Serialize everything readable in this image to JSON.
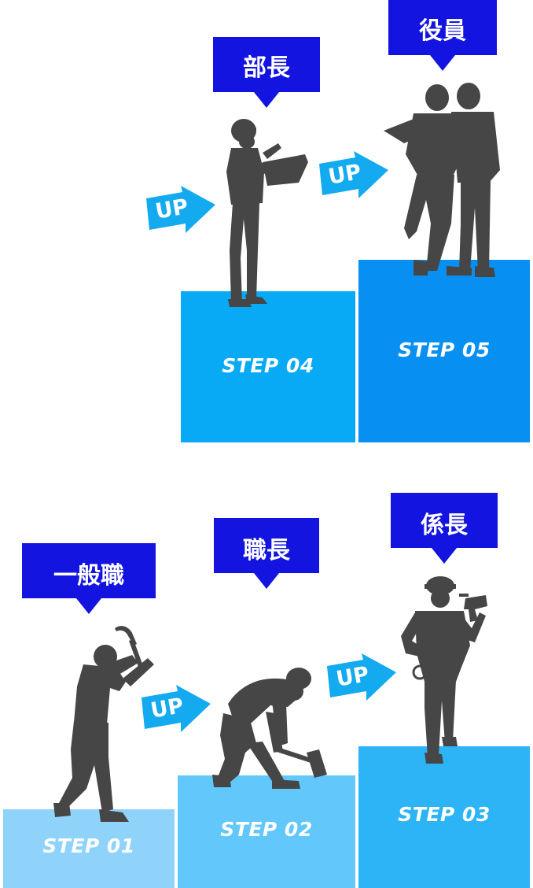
{
  "steps": [
    {
      "label": "STEP 01",
      "title": "一般職",
      "color": "#8fd3fb"
    },
    {
      "label": "STEP 02",
      "title": "職長",
      "color": "#62c7fb"
    },
    {
      "label": "STEP 03",
      "title": "係長",
      "color": "#2cb4f7"
    },
    {
      "label": "STEP 04",
      "title": "部長",
      "color": "#08a9f5"
    },
    {
      "label": "STEP 05",
      "title": "役員",
      "color": "#0790f1"
    }
  ],
  "arrow_label": "UP",
  "colors": {
    "title_box": "#1414e0",
    "arrow": "#14aaf0",
    "silhouette": "#464646"
  },
  "icons": [
    "worker-with-pickaxe-icon",
    "worker-with-hammer-icon",
    "worker-with-drill-icon",
    "manager-with-document-icon",
    "executives-discussing-icon"
  ]
}
